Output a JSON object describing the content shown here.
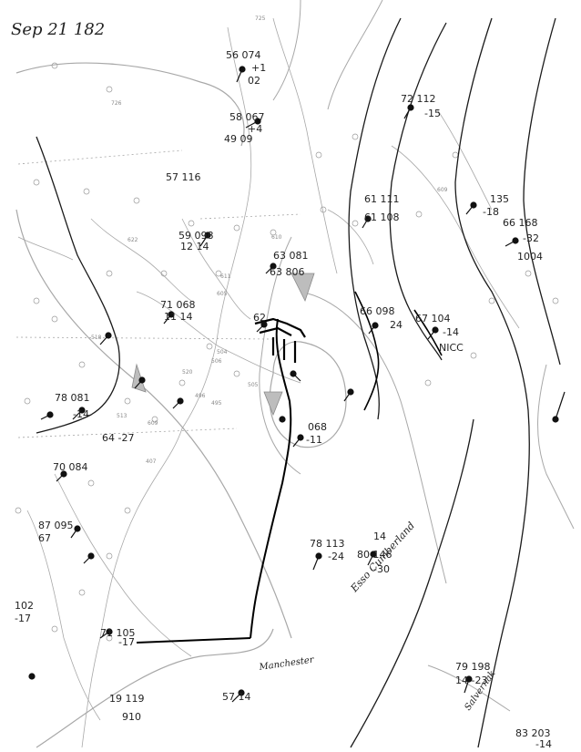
{
  "map": {
    "date_label": "Sep 21 182",
    "handwritten_labels": [
      "Esso Cumberland",
      "Manchester",
      "Salvernak",
      "NICC"
    ],
    "colors": {
      "ink": "#1a1a1a",
      "pencil": "#9a9a9a",
      "paper": "#ffffff"
    },
    "observations": [
      {
        "text": "56 074"
      },
      {
        "text": "+1"
      },
      {
        "text": "02"
      },
      {
        "text": "58 067"
      },
      {
        "text": "+4"
      },
      {
        "text": "49 09"
      },
      {
        "text": "72 112"
      },
      {
        "text": "-15"
      },
      {
        "text": "57 116"
      },
      {
        "text": "59 098"
      },
      {
        "text": "12 14"
      },
      {
        "text": "61 111"
      },
      {
        "text": "61 108"
      },
      {
        "text": "135"
      },
      {
        "text": "-18"
      },
      {
        "text": "66 168"
      },
      {
        "text": "-32"
      },
      {
        "text": "1004"
      },
      {
        "text": "63 081"
      },
      {
        "text": "63 806"
      },
      {
        "text": "71 068"
      },
      {
        "text": "11 14"
      },
      {
        "text": "62"
      },
      {
        "text": "66 098"
      },
      {
        "text": "24"
      },
      {
        "text": "67 104"
      },
      {
        "text": "-14"
      },
      {
        "text": "78 081"
      },
      {
        "text": "-14"
      },
      {
        "text": "64 -27"
      },
      {
        "text": "068"
      },
      {
        "text": "-11"
      },
      {
        "text": "70 084"
      },
      {
        "text": "87 095"
      },
      {
        "text": "67"
      },
      {
        "text": "78 113"
      },
      {
        "text": "-24"
      },
      {
        "text": "80 146"
      },
      {
        "text": "-30"
      },
      {
        "text": "14"
      },
      {
        "text": "102"
      },
      {
        "text": "-17"
      },
      {
        "text": "71 105"
      },
      {
        "text": "-17"
      },
      {
        "text": "79 198"
      },
      {
        "text": "14 -23"
      },
      {
        "text": "19 119"
      },
      {
        "text": "910"
      },
      {
        "text": "57 14"
      },
      {
        "text": "83 203"
      },
      {
        "text": "-14"
      }
    ],
    "station_numbers": [
      "726",
      "622",
      "609",
      "611",
      "610",
      "605",
      "504",
      "506",
      "513",
      "518",
      "505",
      "496",
      "495",
      "609",
      "520",
      "407",
      "725"
    ]
  }
}
